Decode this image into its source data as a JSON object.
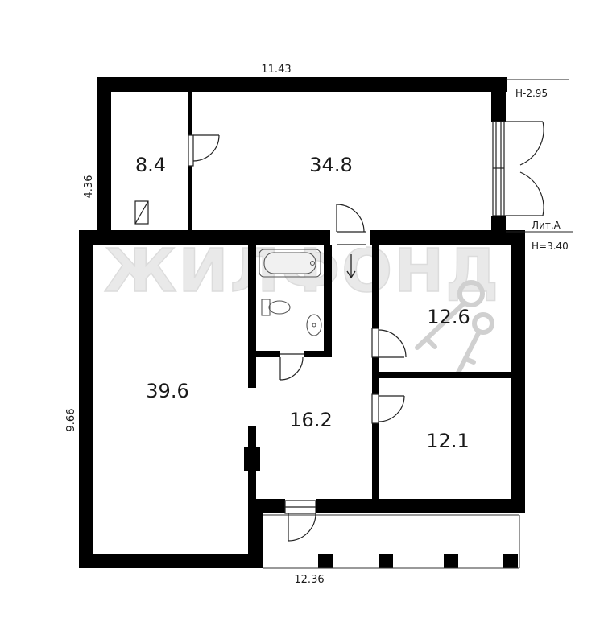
{
  "title": "",
  "watermark": "ЖИЛФОНД",
  "dimensions": {
    "top": "11.43",
    "bottom": "12.36",
    "left_upper": "4.36",
    "left_lower": "9.66"
  },
  "heights": {
    "upper": "H-2.95",
    "lower": "H=3.40",
    "litera": "Лит.А"
  },
  "rooms": [
    {
      "id": "small",
      "area": "8.4"
    },
    {
      "id": "hall-upper",
      "area": "34.8"
    },
    {
      "id": "large",
      "area": "39.6"
    },
    {
      "id": "corridor",
      "area": "16.2"
    },
    {
      "id": "room-upper-right",
      "area": "12.6"
    },
    {
      "id": "room-lower-right",
      "area": "12.1"
    }
  ],
  "icons": [
    "bathtub-icon",
    "toilet-icon",
    "sink-icon",
    "stair-arrow-icon",
    "keys-icon",
    "door-icon",
    "window-icon",
    "chimney-icon"
  ]
}
